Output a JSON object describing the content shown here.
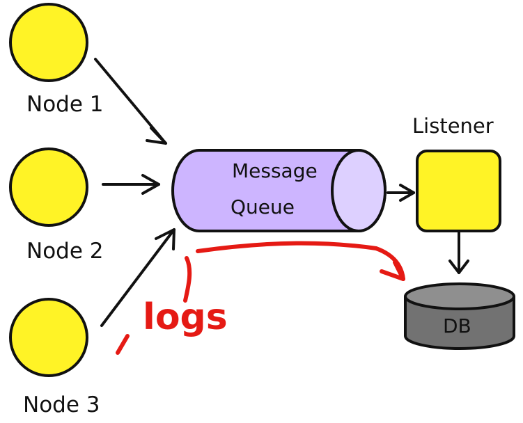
{
  "nodes": [
    {
      "label": "Node 1"
    },
    {
      "label": "Node 2"
    },
    {
      "label": "Node 3"
    }
  ],
  "queue": {
    "line1": "Message",
    "line2": "Queue"
  },
  "listener": {
    "label": "Listener"
  },
  "db": {
    "label": "DB"
  },
  "annotation": {
    "text": "logs"
  },
  "colors": {
    "node_fill": "#fff326",
    "queue_fill": "#cdb5ff",
    "db_fill": "#727272",
    "annotation": "#e51a14",
    "stroke": "#111111"
  }
}
